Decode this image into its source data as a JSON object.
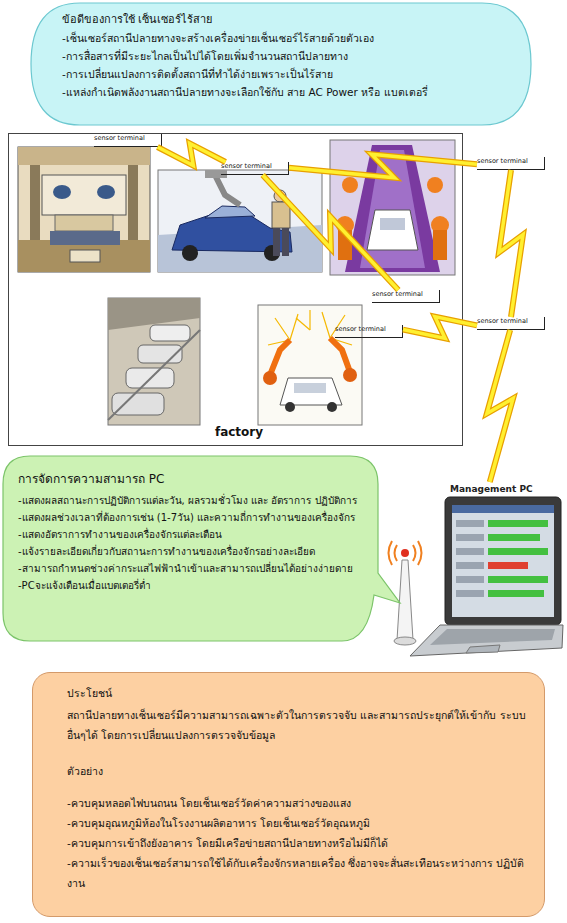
{
  "diagram": {
    "nodes": [
      {
        "text": [
          "ข้อดีของการใช้ เซ็นเซอร์ไร้สาย",
          "-เซ็นเซอร์สถานีปลายทางจะสร้างเครื่องข่ายเซ็นเซอร์ไร้สายด้วยตัวเอง",
          "-การสื่อสารที่มีระยะไกลเป็นไปได้โดยเพิ่มจำนวนสถานีปลายทาง",
          "-การเปลี่ยนแปลงการติดตั้งสถานีที่ทำได้ง่ายเพราะเป็นไร้สาย",
          "-แหล่งกำเนิดพลังงานสถานีปลายทางจะเลือกใช้กับ สาย AC Power หรือ แบตเตอรี่"
        ]
      },
      {
        "text": [
          "factory"
        ]
      },
      {
        "text": [
          "sensor terminal"
        ],
        "in": 1
      },
      {
        "text": [
          "sensor terminal"
        ],
        "in": 1
      },
      {
        "text": [
          "sensor terminal"
        ]
      },
      {
        "text": [
          "sensor terminal"
        ],
        "in": 1
      },
      {
        "text": [
          "sensor terminal"
        ],
        "in": 1
      },
      {
        "text": [
          "sensor terminal"
        ]
      },
      {
        "text": [
          "การจัดการความสามารถ PC",
          "-แสดงผลสถานะการปฏิบัติการแต่ละวัน, ผลรวมชั่วโมง และ อัตราการ ปฏิบัติการ",
          "-แสดงผลช่วงเวลาที่ต้องการเช่น (1-7วัน) และความถี่การทำงานของเครื่องจักร",
          "-แสดงอัตราการทำงานของเครื่องจักรแต่ละเตือน",
          "-แจ้งรายละเอียดเกี่ยวกับสถานะการทำงานของเครื่องจักรอย่างละเอียด",
          "-สามารถกำหนดช่วงค่ากระแสไฟฟ้านำเข้าและสามารถเปลี่ยนได้อย่างง่ายดาย",
          "-PCจะแจ้งเตือนเมื่อแบตเตอรี่ต่ำ"
        ]
      },
      {
        "text": [
          "Management PC"
        ]
      },
      {
        "text": [
          "ประโยชน์",
          "สถานีปลายทางเซ็นเซอร์มีความสามารถเฉพาะตัวในการตรวจจับ และสามารถประยุกต์ให้เข้ากับ ระบบอื่นๆได้ โดยการเปลี่ยนแปลงการตรวจจับข้อมูล",
          "ตัวอย่าง",
          "-ควบคุมหลอดไฟบนถนน โดยเซ็นเซอร์วัดค่าความสว่างของแสง",
          "-ควบคุมอุณหภูมิห้องในโรงงานผลิตอาหาร โดยเซ็นเซอร์วัดอุณหภูมิ",
          "-ควบคุมการเข้าถึงยังอาคาร โดยมีเครือข่ายสถานีปลายทางหรือไม่มีก็ได้",
          "-ความเร็วของเซ็นเซอร์สามารถใช้ได้กับเครื่องจักรหลายเครื่อง ซึ่งอาจจะสั่นสะเทือนระหว่างการ ปฏิบัติงาน"
        ]
      }
    ],
    "edges": [
      {
        "from": 2,
        "to": 3,
        "arrow": "none"
      },
      {
        "from": 3,
        "to": 4,
        "arrow": "none"
      },
      {
        "from": 3,
        "to": 5,
        "arrow": "none"
      },
      {
        "from": 4,
        "to": 7,
        "arrow": "none"
      },
      {
        "from": 6,
        "to": 7,
        "arrow": "none"
      },
      {
        "from": 7,
        "to": 9,
        "arrow": "none"
      }
    ]
  }
}
